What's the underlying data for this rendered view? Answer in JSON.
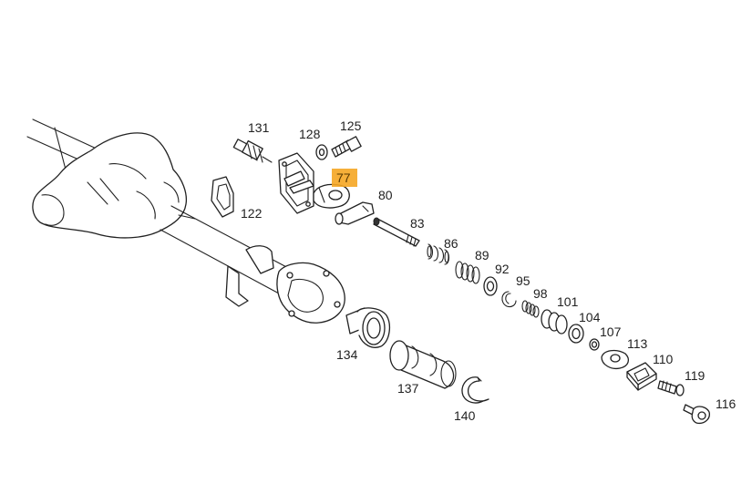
{
  "highlight_color": "#f5a623",
  "highlighted_part": "77",
  "labels": {
    "p131": "131",
    "p128": "128",
    "p125": "125",
    "p77": "77",
    "p80": "80",
    "p122": "122",
    "p83": "83",
    "p86": "86",
    "p89": "89",
    "p92": "92",
    "p95": "95",
    "p98": "98",
    "p101": "101",
    "p104": "104",
    "p107": "107",
    "p113": "113",
    "p110": "110",
    "p119": "119",
    "p116": "116",
    "p134": "134",
    "p137": "137",
    "p140": "140"
  }
}
